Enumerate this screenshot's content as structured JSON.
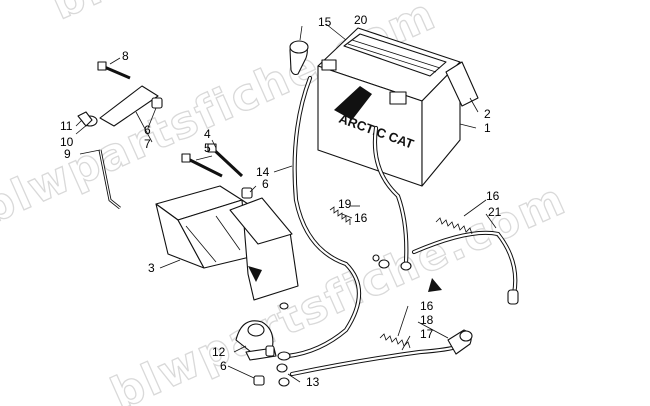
{
  "watermark": {
    "text_1": "blwpartsfiche.com",
    "text_2": "blwpartsfiche.com",
    "text_3": "blwpartsfiche.com"
  },
  "battery": {
    "brand_text": "ARCTIC CAT"
  },
  "callouts": {
    "c1": "1",
    "c2": "2",
    "c3": "3",
    "c4": "4",
    "c5": "5",
    "c6a": "6",
    "c6b": "6",
    "c6c": "6",
    "c7": "7",
    "c8": "8",
    "c9": "9",
    "c10": "10",
    "c11": "11",
    "c12": "12",
    "c13": "13",
    "c14": "14",
    "c15": "15",
    "c16a": "16",
    "c16b": "16",
    "c16c": "16",
    "c17": "17",
    "c18": "18",
    "c19": "19",
    "c20": "20",
    "c21": "21"
  }
}
